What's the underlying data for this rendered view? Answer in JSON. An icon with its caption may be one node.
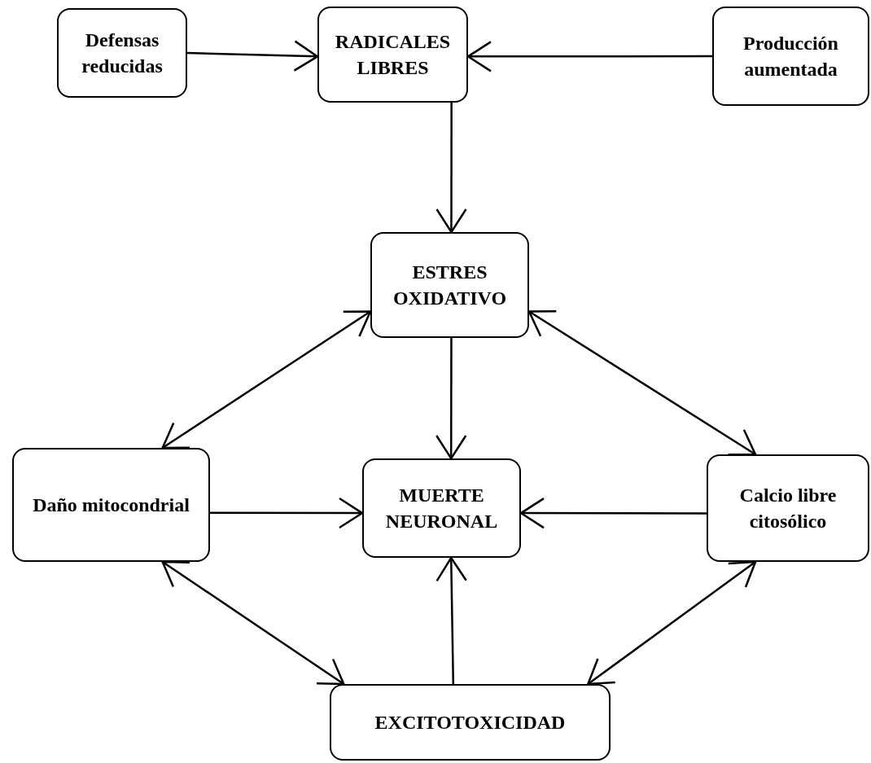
{
  "diagram": {
    "nodes": [
      {
        "text": [
          "Defensas reducidas"
        ]
      },
      {
        "text": [
          "RADICALES LIBRES"
        ]
      },
      {
        "text": [
          "Producción aumentada"
        ]
      },
      {
        "text": [
          "ESTRES OXIDATIVO"
        ]
      },
      {
        "text": [
          "Daño mitocondrial"
        ]
      },
      {
        "text": [
          "MUERTE NEURONAL"
        ]
      },
      {
        "text": [
          "Calcio libre citosólico"
        ]
      },
      {
        "text": [
          "EXCITOTOXICIDAD"
        ]
      }
    ],
    "edges": [
      {
        "from": 0,
        "to": 1,
        "arrow": "to"
      },
      {
        "from": 2,
        "to": 1,
        "arrow": "to"
      },
      {
        "from": 1,
        "to": 3,
        "arrow": "to"
      },
      {
        "from": 3,
        "to": 5,
        "arrow": "to"
      },
      {
        "from": 4,
        "to": 5,
        "arrow": "to"
      },
      {
        "from": 6,
        "to": 5,
        "arrow": "to"
      },
      {
        "from": 7,
        "to": 5,
        "arrow": "to"
      },
      {
        "from": 3,
        "to": 4,
        "arrow": "both"
      },
      {
        "from": 3,
        "to": 6,
        "arrow": "both"
      },
      {
        "from": 4,
        "to": 7,
        "arrow": "both"
      },
      {
        "from": 6,
        "to": 7,
        "arrow": "both"
      }
    ]
  }
}
